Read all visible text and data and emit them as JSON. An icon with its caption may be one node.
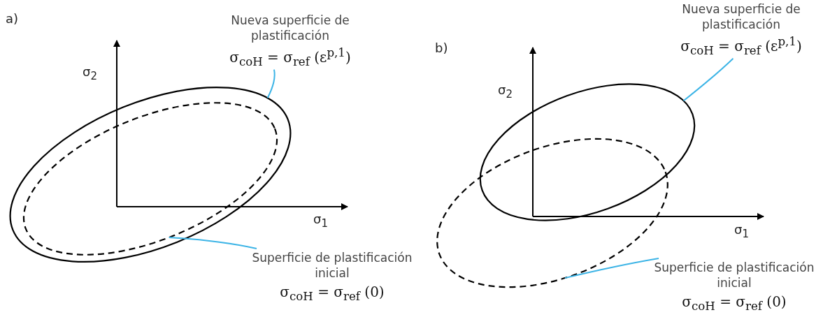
{
  "diagram": {
    "nodes": [
      {
        "text": [
          "Nueva superficie de plastificación",
          "σ$_{coH}$ = σ$_{ref}$ (ε$^{p,1}$)"
        ]
      },
      {
        "text": [],
        "shape": "ellipse"
      },
      {
        "text": [
          "Superficie de plastificación inicial",
          "σ$_{coH}$ = σ$_{ref}$ (0)"
        ]
      },
      {
        "text": [],
        "shape": "ellipse",
        "in": 1
      },
      {
        "text": [
          "Nueva superficie de plastificación",
          "σ$_{coH}$ = σ$_{ref}$ (ε$^{p,1}$)"
        ]
      },
      {
        "text": [],
        "shape": "ellipse"
      },
      {
        "text": [
          "Superficie de plastificación inicial",
          "σ$_{coH}$ = σ$_{ref}$ (0)"
        ]
      },
      {
        "text": [],
        "shape": "ellipse"
      }
    ],
    "edges": [
      {
        "from": 0,
        "to": 1,
        "arrow": "none"
      },
      {
        "from": 2,
        "to": 3,
        "arrow": "none"
      },
      {
        "from": 4,
        "to": 5,
        "arrow": "none"
      },
      {
        "from": 6,
        "to": 7,
        "arrow": "none"
      }
    ],
    "labels": [
      "a)",
      "σ$_{2}$",
      "σ$_{1}$",
      "b)",
      "σ$_{2}$",
      "σ$_{1}$"
    ]
  }
}
